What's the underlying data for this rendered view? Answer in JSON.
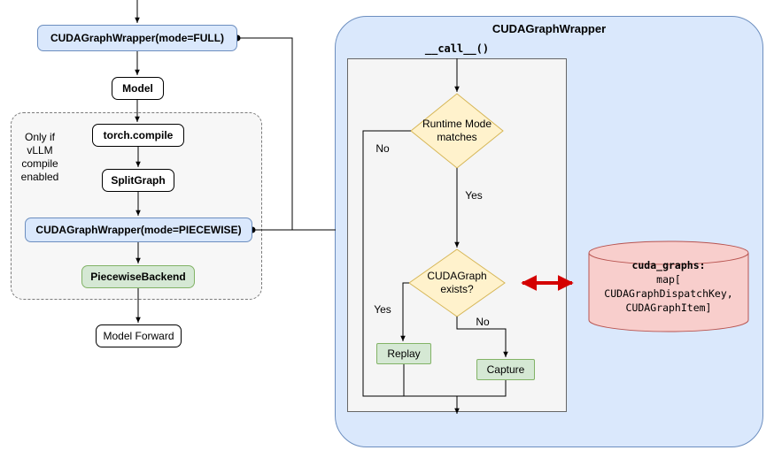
{
  "left_flow": {
    "full_wrapper": "CUDAGraphWrapper(mode=FULL)",
    "model": "Model",
    "group_note": "Only if vLLM compile enabled",
    "torch_compile": "torch.compile",
    "split_graph": "SplitGraph",
    "piecewise_wrapper": "CUDAGraphWrapper(mode=PIECEWISE)",
    "piecewise_backend": "PiecewiseBackend",
    "model_forward": "Model Forward"
  },
  "panel": {
    "title": "CUDAGraphWrapper",
    "call_label": "__call__()",
    "decision_runtime_mode": "Runtime Mode matches",
    "decision_graph_exists": "CUDAGraph exists?",
    "label_no_runtime": "No",
    "label_yes_runtime": "Yes",
    "label_yes_exists": "Yes",
    "label_no_exists": "No",
    "replay": "Replay",
    "capture": "Capture"
  },
  "datastore": {
    "title": "cuda_graphs:",
    "lines": [
      "map[",
      "CUDAGraphDispatchKey,",
      "CUDAGraphItem]"
    ]
  },
  "colors": {
    "blue_fill": "#dae8fc",
    "blue_stroke": "#6c8ebf",
    "green_fill": "#d5e8d4",
    "green_stroke": "#82b366",
    "yellow_fill": "#fff2cc",
    "yellow_stroke": "#d6b656",
    "datastore_fill": "#f8cecc",
    "datastore_stroke": "#b85450",
    "sync_arrow_red": "#d40000",
    "inner_box_fill": "#f5f5f5",
    "edge_black": "#000000"
  }
}
